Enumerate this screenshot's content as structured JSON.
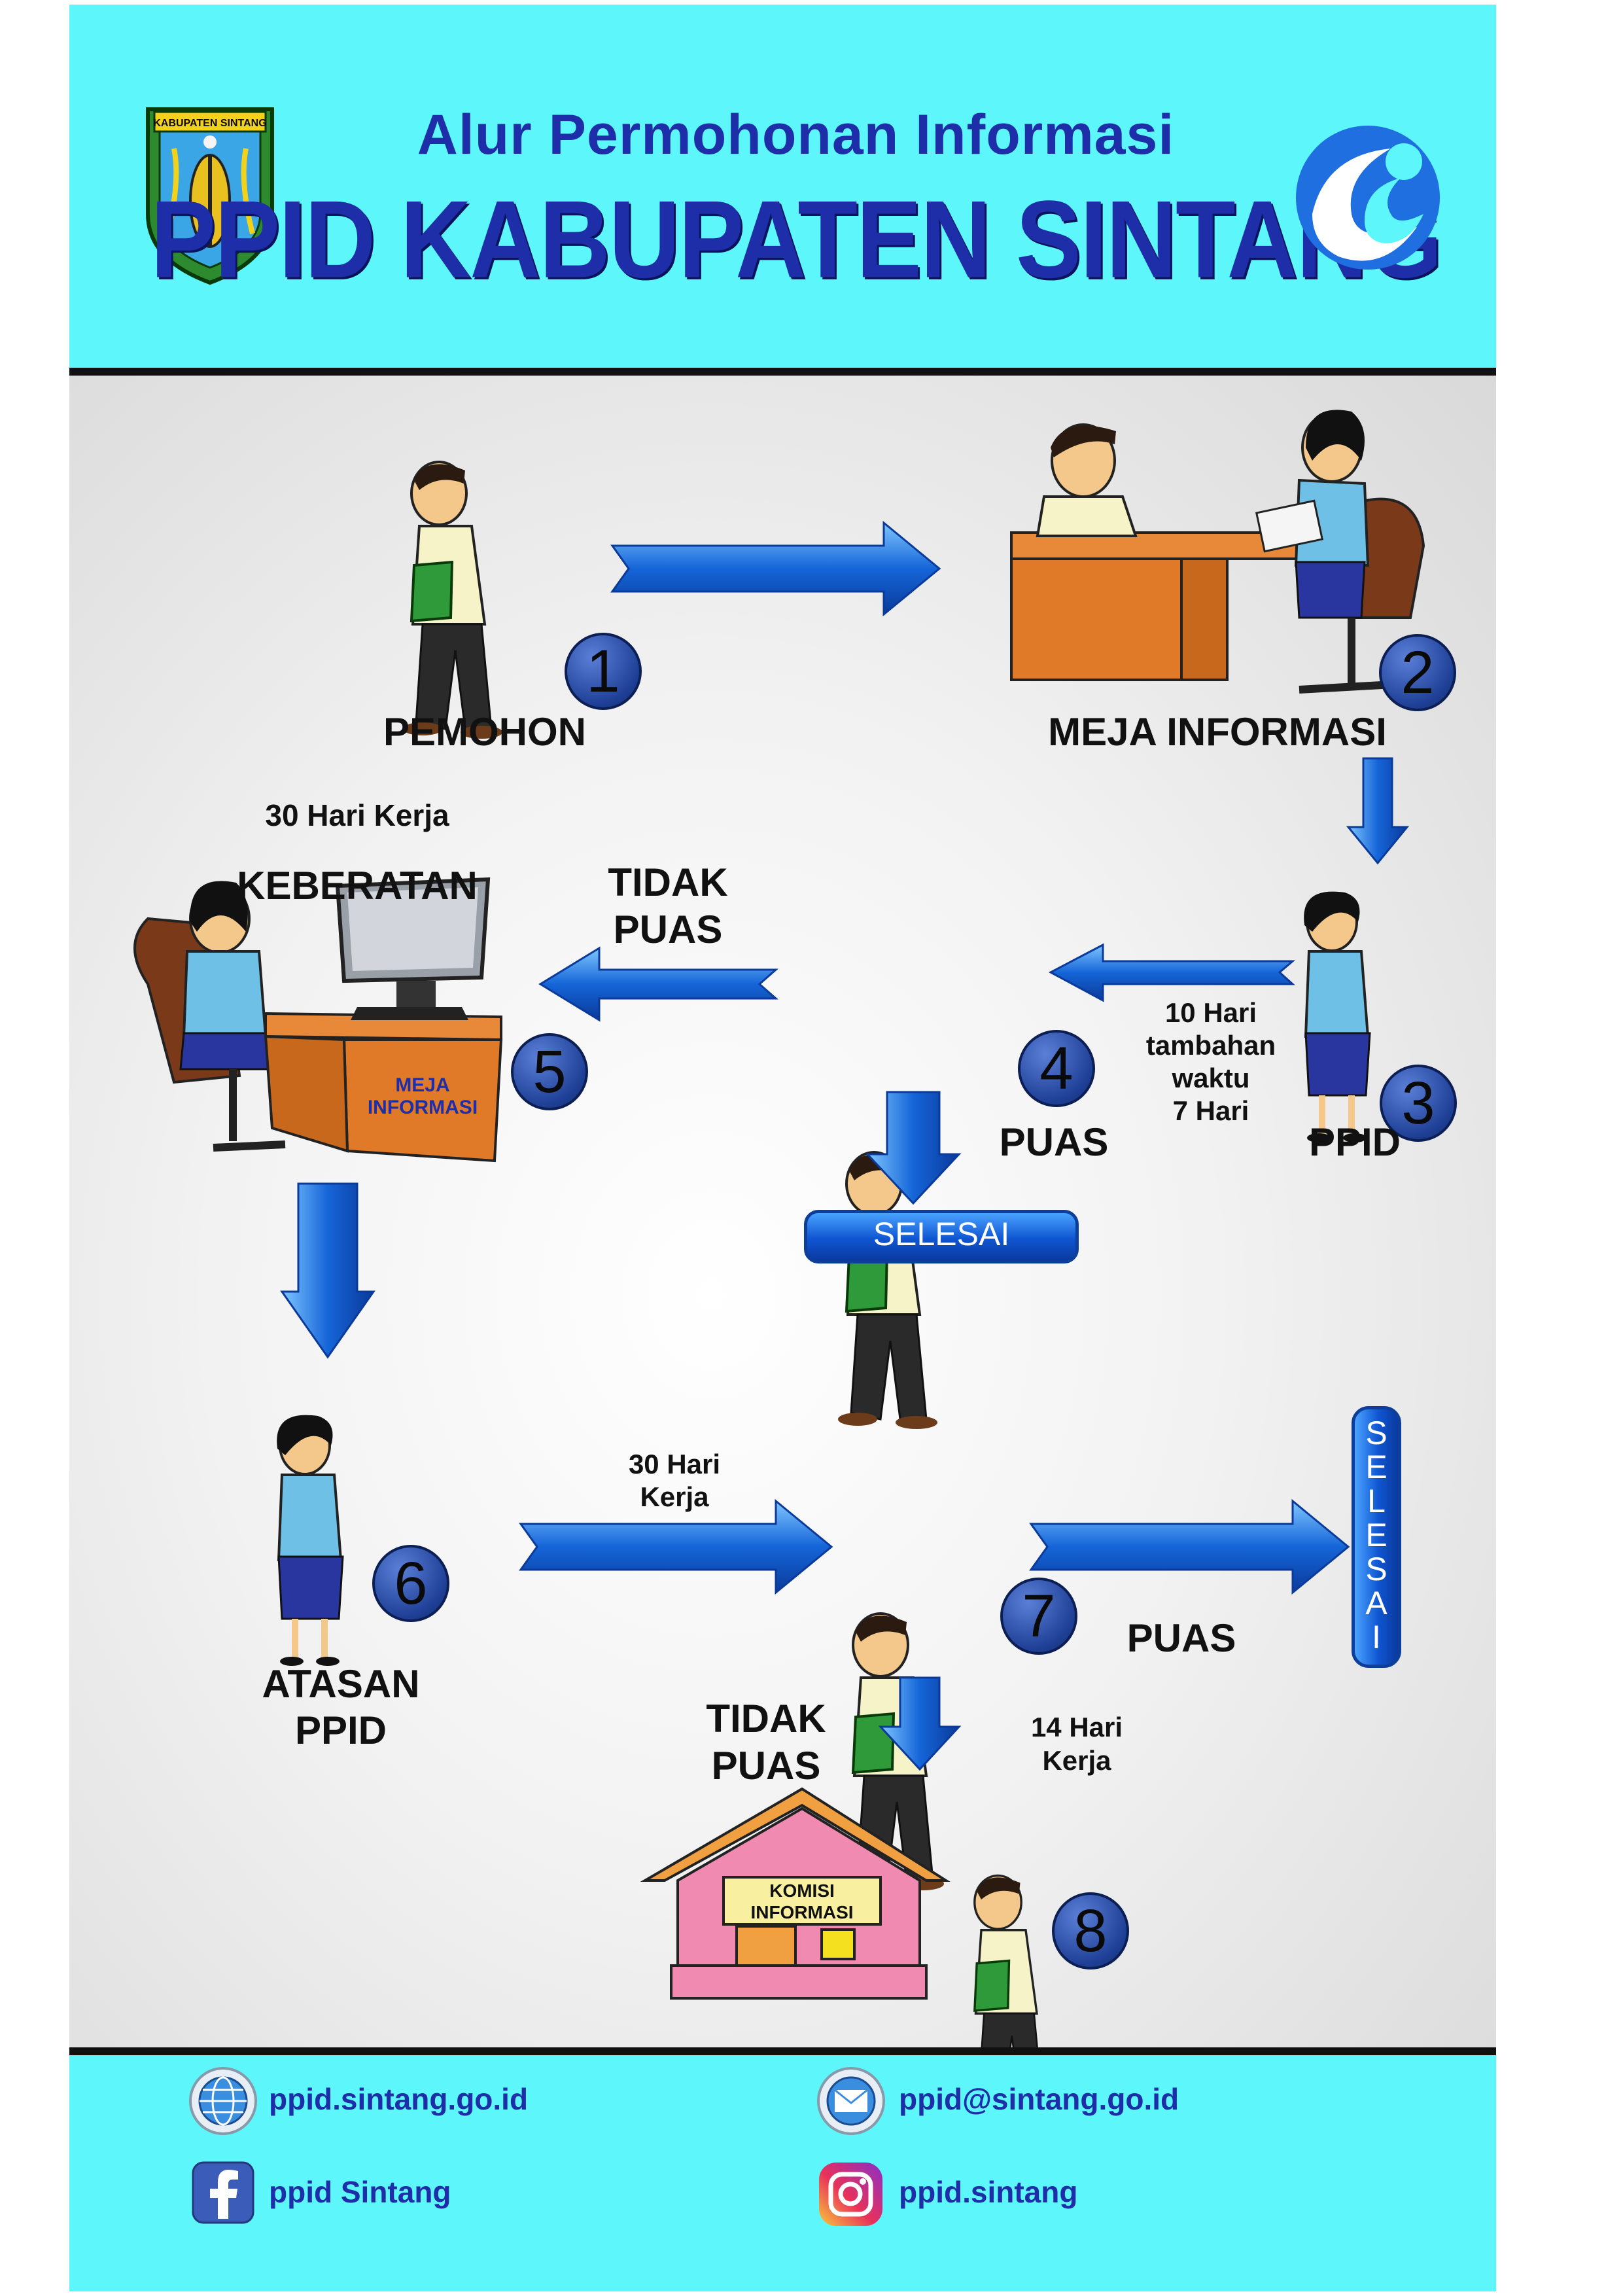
{
  "header": {
    "subtitle": "Alur Permohonan Informasi",
    "title": "PPID KABUPATEN SINTANG",
    "emblem_text": "KABUPATEN SINTANG"
  },
  "steps": [
    {
      "number": "1",
      "label": "PEMOHON"
    },
    {
      "number": "2",
      "label": "MEJA INFORMASI"
    },
    {
      "number": "3",
      "label": "PPID"
    },
    {
      "number": "4",
      "label": "PUAS"
    },
    {
      "number": "5",
      "label": "KEBERATAN"
    },
    {
      "number": "6",
      "label_line1": "ATASAN",
      "label_line2": "PPID"
    },
    {
      "number": "7",
      "label": "PUAS"
    },
    {
      "number": "8",
      "label_line1": "TIDAK",
      "label_line2": "PUAS"
    }
  ],
  "notes": {
    "keberatan_time": "30 Hari Kerja",
    "tidak_puas_1_line1": "TIDAK",
    "tidak_puas_1_line2": "PUAS",
    "ppid_time_line1": "10 Hari",
    "ppid_time_line2": "tambahan",
    "ppid_time_line3": "waktu",
    "ppid_time_line4": "7 Hari",
    "atasan_time_line1": "30 Hari",
    "atasan_time_line2": "Kerja",
    "komisi_time_line1": "14 Hari",
    "komisi_time_line2": "Kerja",
    "desk_sign_line1": "MEJA",
    "desk_sign_line2": "INFORMASI",
    "komisi_sign_line1": "KOMISI",
    "komisi_sign_line2": "INFORMASI"
  },
  "selesai_h": "SELESAI",
  "selesai_v": [
    "S",
    "E",
    "L",
    "E",
    "S",
    "A",
    "I"
  ],
  "footer": {
    "website": "ppid.sintang.go.id",
    "email": "ppid@sintang.go.id",
    "facebook": "ppid Sintang",
    "instagram": "ppid.sintang"
  },
  "colors": {
    "background": "#5df6fa",
    "title": "#1d2ea8",
    "arrow": "#1565d8",
    "badge": "#2a4ea8"
  },
  "icons": [
    "emblem-icon",
    "kominfo-logo-icon",
    "globe-icon",
    "mail-icon",
    "facebook-icon",
    "instagram-icon"
  ]
}
